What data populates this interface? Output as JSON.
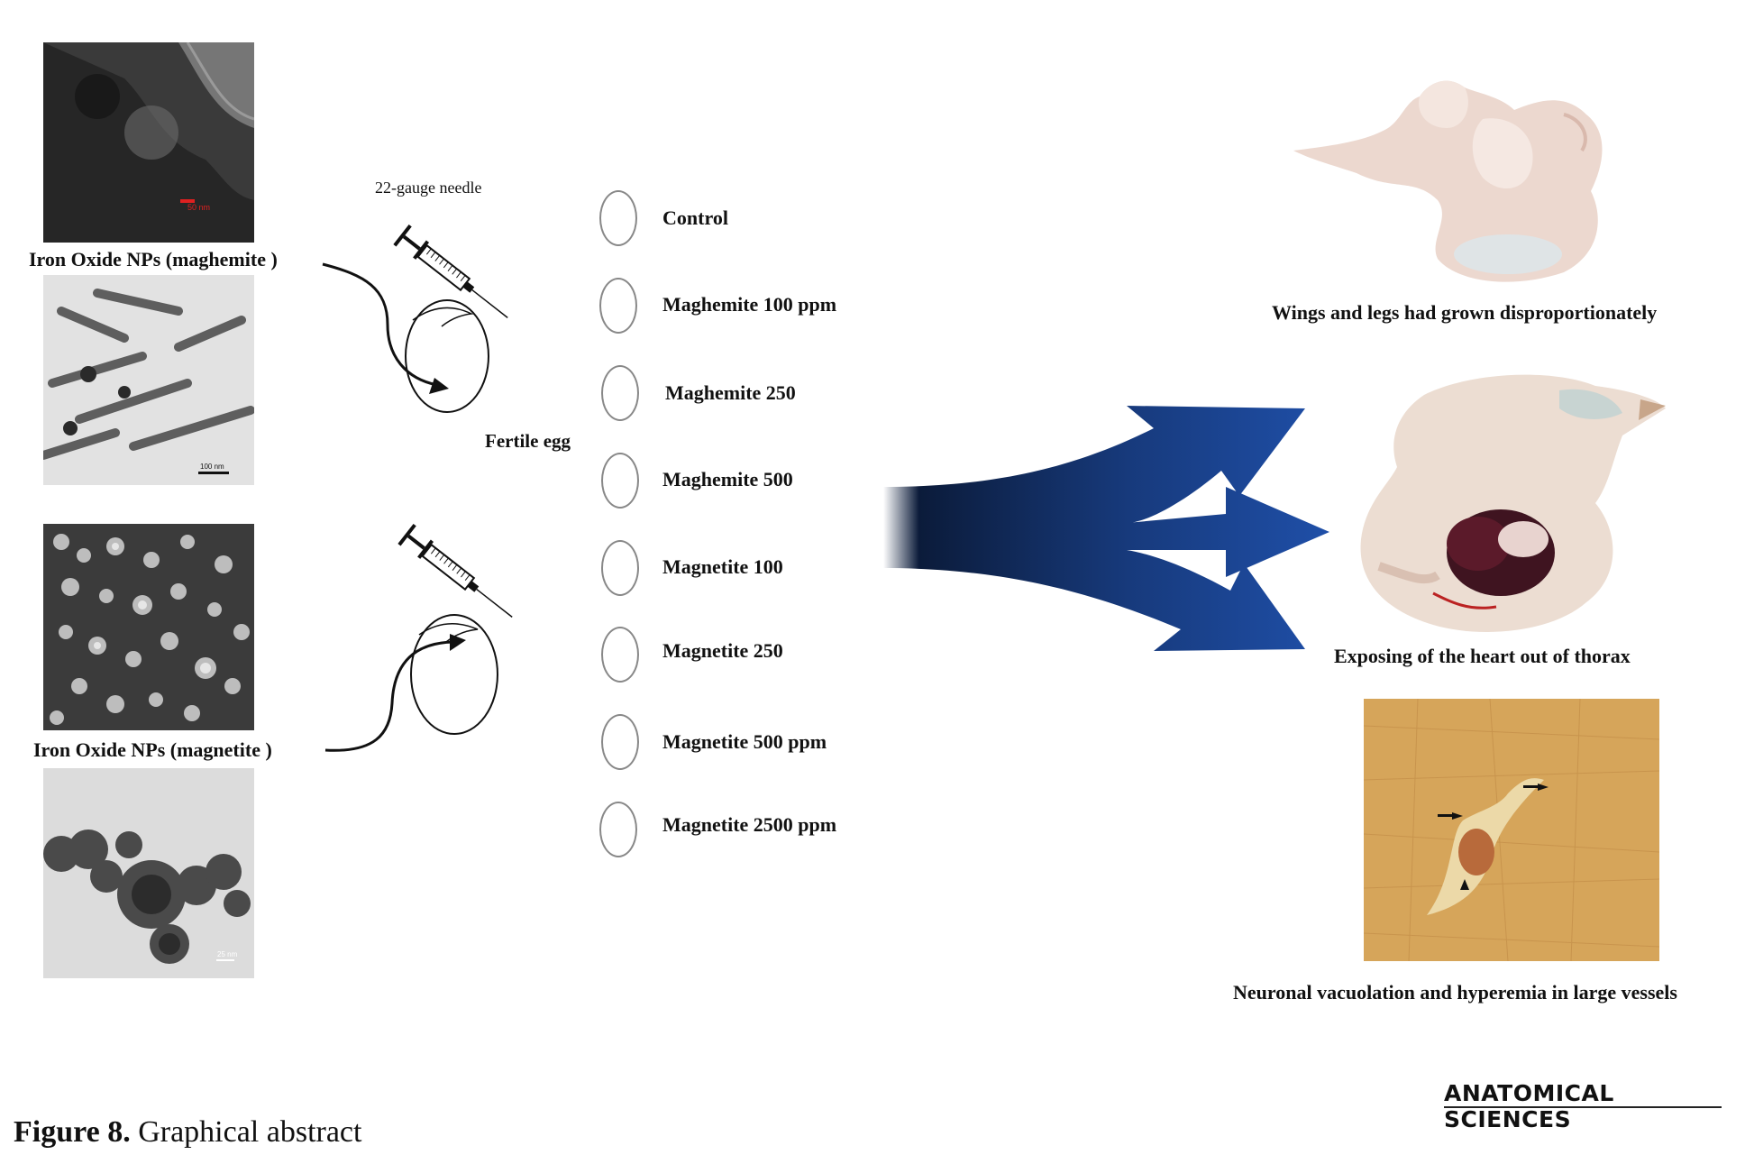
{
  "left_panel": {
    "maghemite_label": "Iron Oxide NPs (maghemite  )",
    "magnetite_label": "Iron Oxide NPs (magnetite )",
    "scale_bars": [
      "50 nm",
      "100 nm",
      "25 nm"
    ]
  },
  "injection": {
    "needle_label": "22-gauge needle",
    "egg_label": "Fertile egg"
  },
  "groups": [
    "Control",
    "Maghemite 100 ppm",
    "Maghemite 250",
    "Maghemite 500",
    "Magnetite 100",
    "Magnetite 250",
    "Magnetite 500 ppm",
    "Magnetite 2500 ppm"
  ],
  "outcomes": [
    "Wings and legs had grown disproportionately",
    "Exposing of the heart out of thorax",
    "Neuronal vacuolation and hyperemia in large vessels"
  ],
  "colors": {
    "arrow_dark": "#0b1b3a",
    "arrow_blue": "#1f4fa8",
    "micrograph_red": "#e02020",
    "histology": "#d6a55a"
  },
  "icons": [
    "syringe-icon",
    "egg-icon",
    "curved-arrow-icon",
    "branching-arrow-icon"
  ],
  "caption": {
    "label": "Figure 8.",
    "text": " Graphical abstract"
  },
  "journal": "ANATOMICAL SCIENCES"
}
